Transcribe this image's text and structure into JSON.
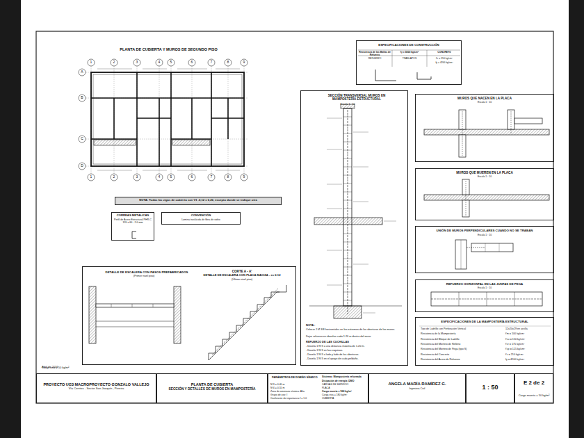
{
  "diagram": {
    "title": "PLANTA DE CUBIERTA Y MUROS DE SEGUNDO PISO",
    "nodes": [
      {
        "text": [
          "ESPECIFICACIONES DE CONSTRUCCIÓN"
        ]
      },
      {
        "text": [
          "SECCIÓN TRANSVERSAL MUROS EN MAMPOSTERÍA ESTRUCTURAL"
        ]
      },
      {
        "text": [
          "MUROS QUE NACEN EN LA PLACA"
        ]
      },
      {
        "text": [
          "MUROS QUE MUEREN EN LA PLACA"
        ]
      },
      {
        "text": [
          "UNIÓN DE MUROS PERPENDICULARES CUANDO NO SE TRABAN"
        ]
      },
      {
        "text": [
          "REFUERZO HORIZONTAL EN LAS JUNTAS DE PEGA"
        ]
      },
      {
        "text": [
          "ESPECIFICACIONES DE LA MAMPOSTERÍA ESTRUCTURAL"
        ]
      },
      {
        "text": [
          "DETALLE DE ESCALERA CON PASOS PREFABRICADOS"
        ]
      },
      {
        "text": [
          "NOTA: Todas las vigas de cubierta son V1 .0,12 x 0,20, excepto donde se indique otra"
        ]
      },
      {
        "text": [
          "CORREAS METÁLICAS",
          "Perfil de Acero Estructural PHR-C 120 x 60 - 2.0 mm"
        ]
      },
      {
        "text": [
          "CONVENCIÓN",
          "Lamina traslúcida de fibra de vidrio"
        ]
      },
      {
        "text": [
          "PROYECTO UG3 MACROPROYECTO GONZALO VALLEJO",
          "Vía Cerritos - Sector San Joaquín , Pereira"
        ]
      },
      {
        "text": [
          "PLANTA DE CUBIERTA",
          "SECCIÓN Y DETALLES DE MUROS EN MAMPOSTERÍA"
        ]
      },
      {
        "text": [
          "PARÁMETROS DE DISEÑO SÍSMICO"
        ]
      },
      {
        "text": [
          "ANGELA MARÍA RAMÍREZ G.",
          "Ingeniera Civil"
        ]
      },
      {
        "text": [
          "1 : 50"
        ]
      },
      {
        "text": [
          "E 2 de 2"
        ]
      }
    ],
    "labels": [
      "1",
      "2",
      "3",
      "4",
      "5",
      "6",
      "7",
      "8",
      "9",
      "1",
      "2",
      "3",
      "4",
      "5",
      "6",
      "7",
      "8",
      "9",
      "A",
      "B",
      "C",
      "D",
      "Escala 1 : 10",
      "NOTA :",
      "Colocar 2 Ø 3/8 horizontales en los extremos de las aberturas de los muros.",
      "Dejar refuerzo en dovelas cada 1.20 m dentro del muro.",
      "REFUERZO DE LAS CUCHILLAS",
      "- Dovela 1 Nº3 a una distancia máxima de 1.20 m.",
      "- Dovela 1 Nº3 en las esquinas.",
      "- Dovela 1 Nº3 a lado y lado de las aberturas.",
      "- Dovela 1 Nº3 en el apoyo de cada peldaño.",
      "Escala 1 : 10",
      "Escala 1 : 10",
      "Escala 1 : 10",
      "Escala 1 : 10",
      "(Primer nivel piso)",
      "CORTE A - A'",
      "DETALLE DE ESCALERA CON PLACA MACIZA - e= 0.12",
      "(Último nivel piso)",
      "Tipo de Ladrillo con Perforación Vertical",
      "12x20x29 en arcilla",
      "Resistencia de la Mampostería",
      "f'm = 100 kg/cm²",
      "Resistencia del Bloque de Ladrillo",
      "f'cu = 150 kg/cm²",
      "Resistencia del Mortero de Relleno",
      "f'cr = 175 kg/cm²",
      "Resistencia del Mortero de Pega (tipo S)",
      "f'cp = 125 kg/cm²",
      "Resistencia del Concreto",
      "f'c = 210 kg/cm²",
      "Resistencia del Acero de Refuerzo",
      "fy = 4200 kg/cm²",
      "Resistencia de las Mallas de Refuerzo",
      "fy = 5000 kg/cm²",
      "CONCRETO",
      "REFUERZO",
      "TRASLAPOS",
      "f'c = 210 kg/cm²",
      "fy = 4200 kg/cm²",
      "Nº3 = 0.40 m",
      "Nº4 = 0.55 m",
      "Zona de amenaza sísmica: Alta",
      "Grupo de uso: I",
      "Coeficiente de importancia I = 1.0",
      "Sistema: Mampostería reforzada",
      "Disipación de energía: DMO",
      "CARGAS DE SERVICIO",
      "PLACA",
      "Carga muerta = 500 kg/m²",
      "Carga viva = 180 kg/m²",
      "CUBIERTA",
      "Carga muerta = 50 kg/m²",
      "Carga viva = 50 kg/m²",
      "Abril de 2016"
    ]
  }
}
